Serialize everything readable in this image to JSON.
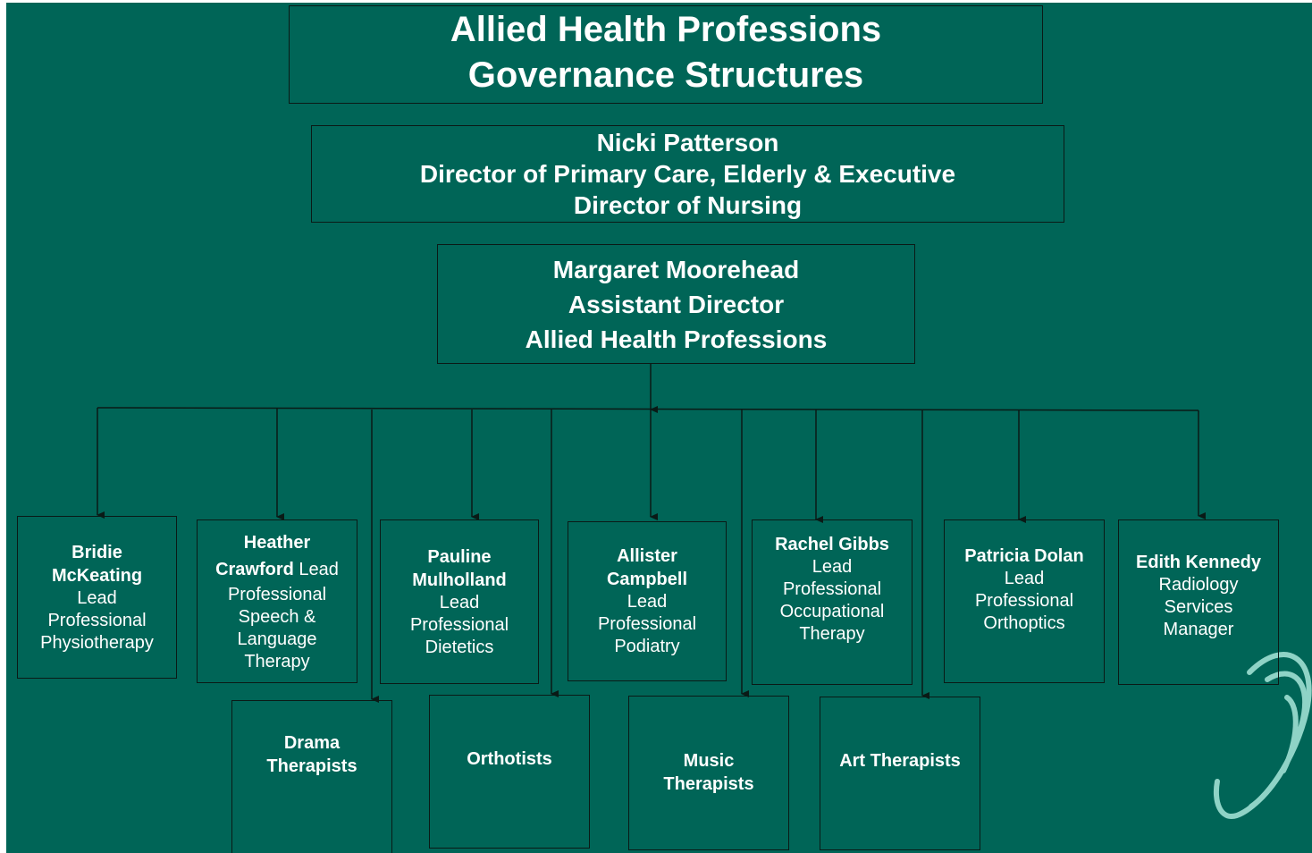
{
  "title": {
    "line1": "Allied Health Professions",
    "line2": "Governance Structures"
  },
  "director": {
    "name": "Nicki Patterson",
    "role_line1": "Director of Primary Care, Elderly & Executive",
    "role_line2": "Director of Nursing"
  },
  "assistant": {
    "name": "Margaret Moorehead",
    "role_line1": "Assistant Director",
    "role_line2": "Allied Health Professions"
  },
  "leads": [
    {
      "name1": "Bridie",
      "name2": "McKeating",
      "role1": "Lead",
      "role2": "Professional",
      "role3": "Physiotherapy"
    },
    {
      "name1": "Heather",
      "name2": "Crawford",
      "role_inline": " Lead",
      "role1": "Professional",
      "role2": "Speech &",
      "role3": "Language",
      "role4": "Therapy"
    },
    {
      "name1": "Pauline",
      "name2": "Mulholland",
      "role1": "Lead",
      "role2": "Professional",
      "role3": "Dietetics"
    },
    {
      "name1": "Allister",
      "name2": "Campbell",
      "role1": "Lead",
      "role2": "Professional",
      "role3": "Podiatry"
    },
    {
      "name1": "Rachel Gibbs",
      "role1": "Lead",
      "role2": "Professional",
      "role3": "Occupational",
      "role4": "Therapy"
    },
    {
      "name1": "Patricia Dolan",
      "role1": "Lead",
      "role2": "Professional",
      "role3": "Orthoptics"
    },
    {
      "name1": "Edith Kennedy",
      "role1": "Radiology",
      "role2": "Services",
      "role3": "Manager"
    }
  ],
  "groups": [
    {
      "line1": "Drama",
      "line2": "Therapists"
    },
    {
      "line1": "Orthotists"
    },
    {
      "line1": "Music",
      "line2": "Therapists"
    },
    {
      "line1": "Art Therapists"
    }
  ],
  "colors": {
    "background": "#006557",
    "text": "#ffffff",
    "border": "#0a1a16",
    "logo": "#8fd3c6"
  }
}
